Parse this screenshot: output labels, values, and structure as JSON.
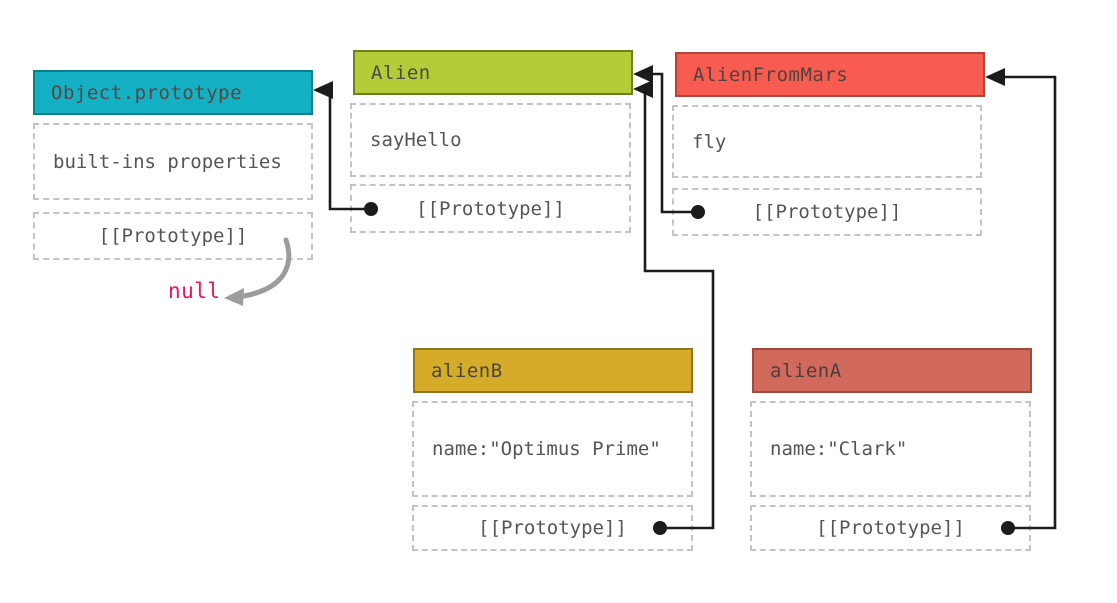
{
  "diagram": {
    "description": "JavaScript prototype chain diagram",
    "nodes": [
      {
        "id": "object-prototype",
        "title": "Object.prototype",
        "properties": [
          "built-ins properties"
        ],
        "prototype_label": "[[Prototype]]",
        "colors": {
          "fill": "#14b1c5",
          "border": "#0b7e8a",
          "text": "#5a4540"
        }
      },
      {
        "id": "alien",
        "title": "Alien",
        "properties": [
          "sayHello"
        ],
        "prototype_label": "[[Prototype]]",
        "colors": {
          "fill": "#b4cc38",
          "border": "#71801f",
          "text": "#4a4b42"
        }
      },
      {
        "id": "alien-from-mars",
        "title": "AlienFromMars",
        "properties": [
          "fly"
        ],
        "prototype_label": "[[Prototype]]",
        "colors": {
          "fill": "#f85b50",
          "border": "#ad453c",
          "text": "#53423f"
        }
      },
      {
        "id": "alienB",
        "title": "alienB",
        "properties": [
          "name:\"Optimus Prime\""
        ],
        "prototype_label": "[[Prototype]]",
        "colors": {
          "fill": "#d5ac29",
          "border": "#94741c",
          "text": "#4b463c"
        }
      },
      {
        "id": "alienA",
        "title": "alienA",
        "properties": [
          "name:\"Clark\""
        ],
        "prototype_label": "[[Prototype]]",
        "colors": {
          "fill": "#d16a5c",
          "border": "#a04a3d",
          "text": "#4b3f3c"
        }
      }
    ],
    "null_label": "null",
    "null_color": "#f0135f",
    "line_color": "#1c1c1c",
    "curve_color": "#9c9c9c",
    "dashed_border_color": "#c4c4c4",
    "body_text_color": "#555555",
    "edges": [
      {
        "from": "Alien [[Prototype]]",
        "to": "Object.prototype"
      },
      {
        "from": "AlienFromMars [[Prototype]]",
        "to": "Alien"
      },
      {
        "from": "alienB [[Prototype]]",
        "to": "Alien"
      },
      {
        "from": "alienA [[Prototype]]",
        "to": "AlienFromMars"
      },
      {
        "from": "Object.prototype [[Prototype]]",
        "to": "null"
      }
    ]
  }
}
